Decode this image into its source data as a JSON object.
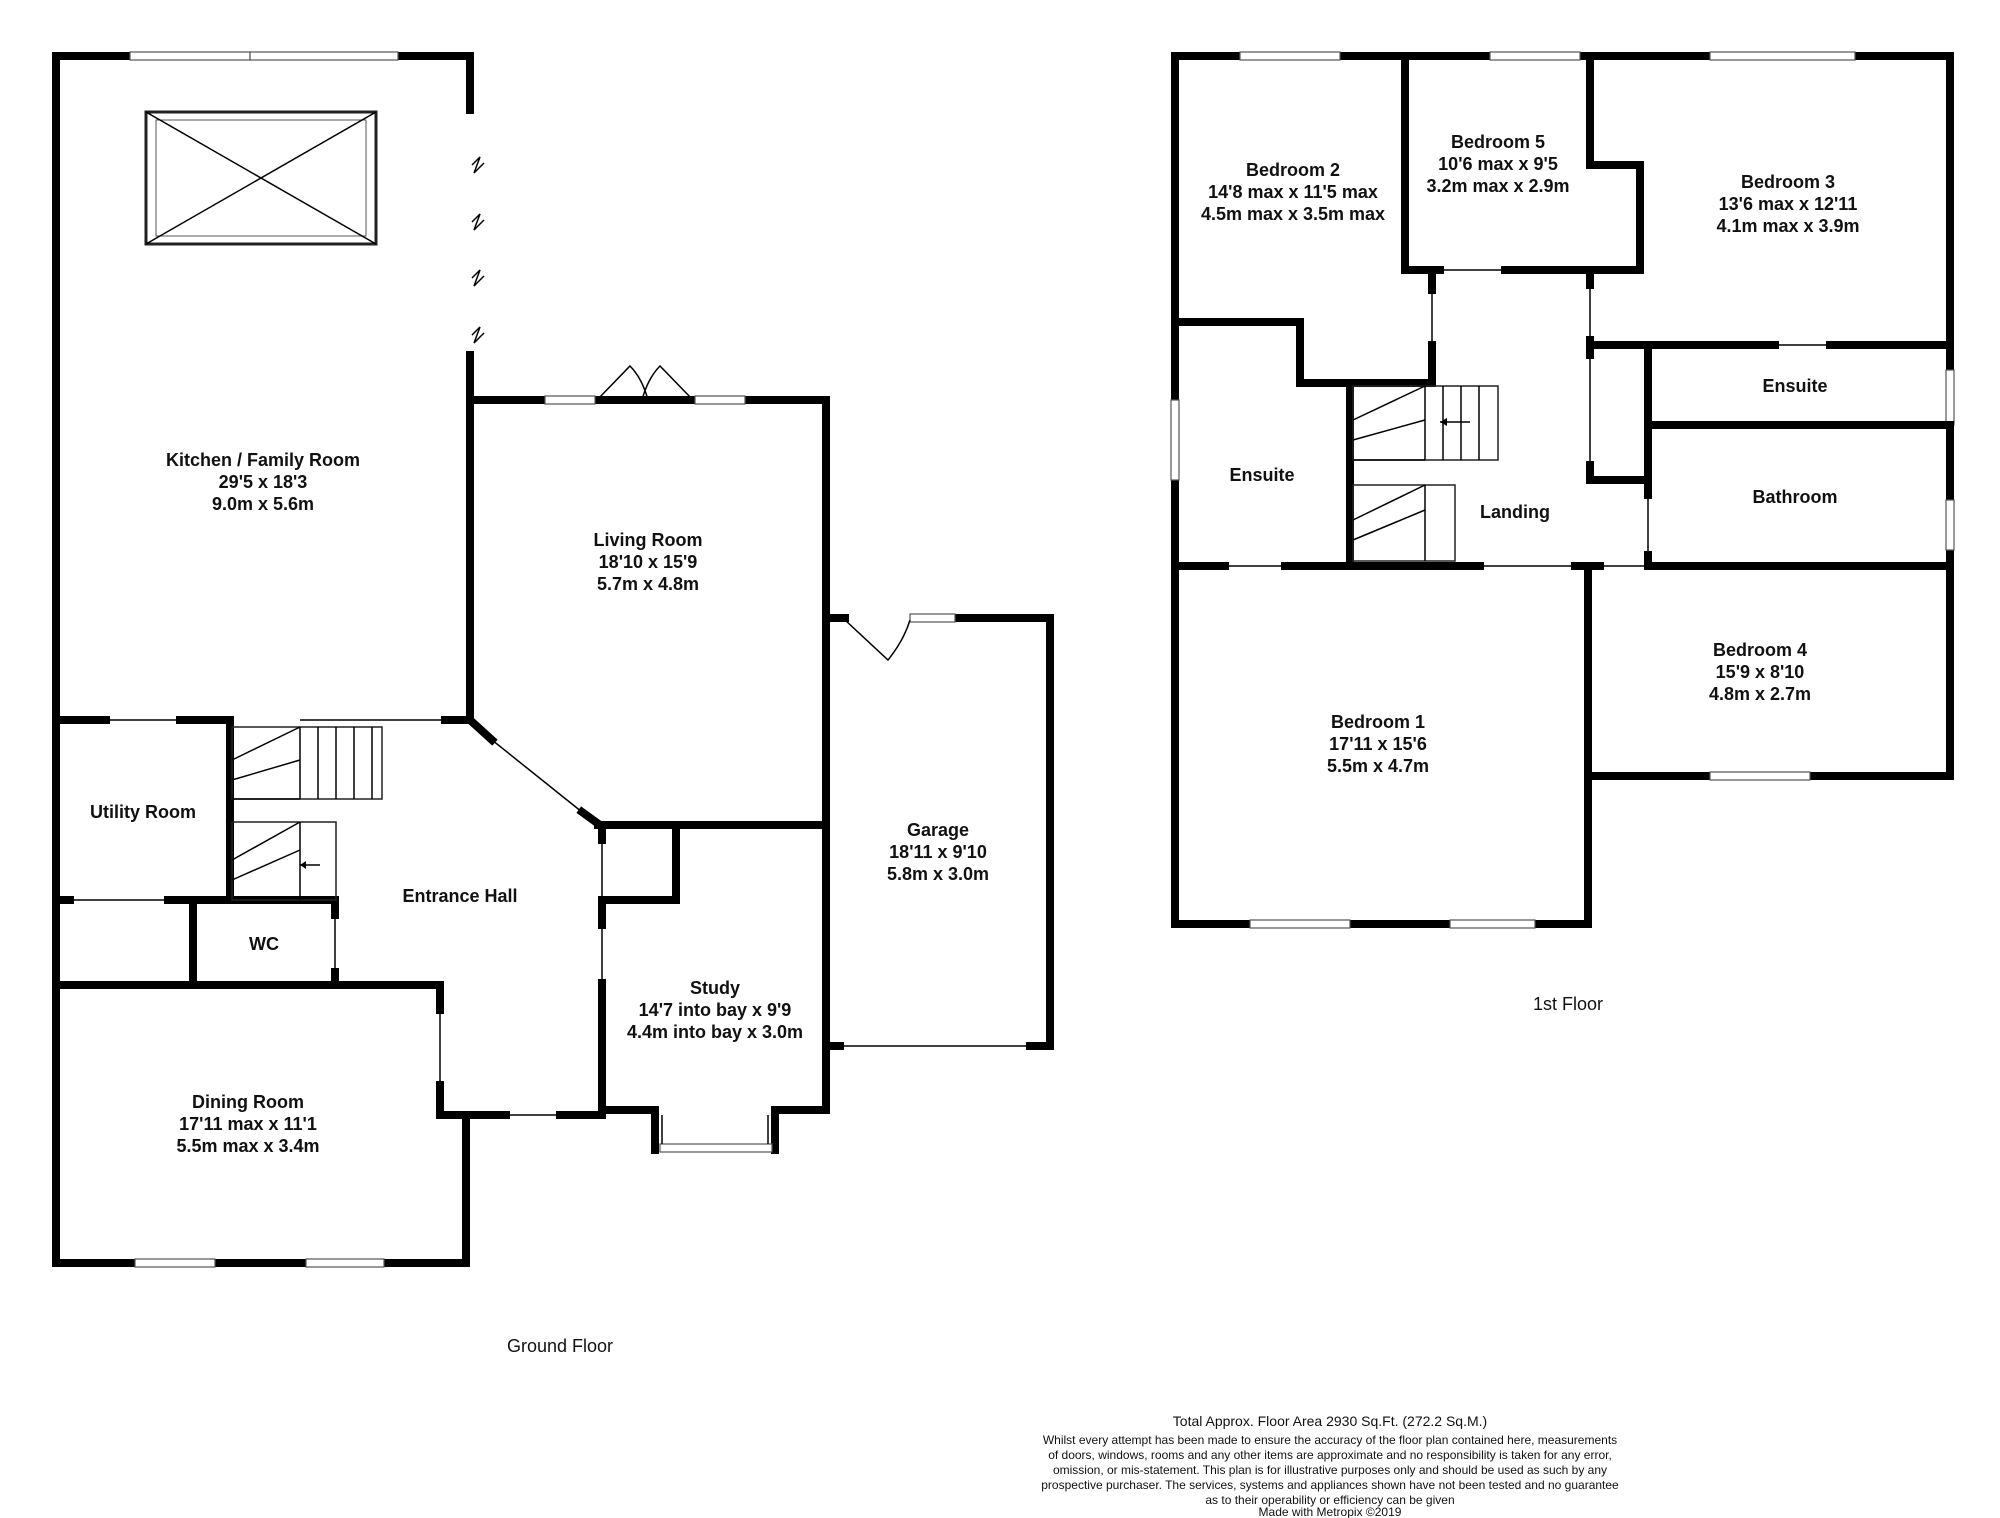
{
  "ground_floor": {
    "label": "Ground Floor",
    "rooms": [
      {
        "name": "Kitchen / Family Room",
        "imperial": "29'5 x 18'3",
        "metric": "9.0m x 5.6m"
      },
      {
        "name": "Living Room",
        "imperial": "18'10 x 15'9",
        "metric": "5.7m x 4.8m"
      },
      {
        "name": "Utility Room"
      },
      {
        "name": "Entrance Hall"
      },
      {
        "name": "WC"
      },
      {
        "name": "Garage",
        "imperial": "18'11 x 9'10",
        "metric": "5.8m x 3.0m"
      },
      {
        "name": "Study",
        "imperial": "14'7 into bay x 9'9",
        "metric": "4.4m into bay x 3.0m"
      },
      {
        "name": "Dining Room",
        "imperial": "17'11 max x 11'1",
        "metric": "5.5m max x 3.4m"
      }
    ]
  },
  "first_floor": {
    "label": "1st Floor",
    "rooms": [
      {
        "name": "Bedroom 2",
        "imperial": "14'8 max x 11'5 max",
        "metric": "4.5m max x 3.5m max"
      },
      {
        "name": "Bedroom 5",
        "imperial": "10'6 max x 9'5",
        "metric": "3.2m max x 2.9m"
      },
      {
        "name": "Bedroom 3",
        "imperial": "13'6 max x 12'11",
        "metric": "4.1m max x 3.9m"
      },
      {
        "name": "Ensuite"
      },
      {
        "name": "Ensuite"
      },
      {
        "name": "Landing"
      },
      {
        "name": "Bathroom"
      },
      {
        "name": "Bedroom 4",
        "imperial": "15'9 x 8'10",
        "metric": "4.8m x 2.7m"
      },
      {
        "name": "Bedroom 1",
        "imperial": "17'11 x 15'6",
        "metric": "5.5m x 4.7m"
      }
    ]
  },
  "footer": {
    "total_area": "Total Approx. Floor Area 2930 Sq.Ft. (272.2 Sq.M.)",
    "disclaimer_lines": [
      "Whilst every attempt has been made to ensure the accuracy of the floor plan contained here, measurements",
      "of doors, windows, rooms and any other items are approximate and no responsibility is taken for any error,",
      "omission, or mis-statement. This plan is for illustrative purposes only and should be used as such by any",
      "prospective purchaser. The services, systems and appliances shown have not been tested and no guarantee",
      "as to their operability or efficiency can be given"
    ],
    "credit": "Made with Metropix ©2019"
  }
}
